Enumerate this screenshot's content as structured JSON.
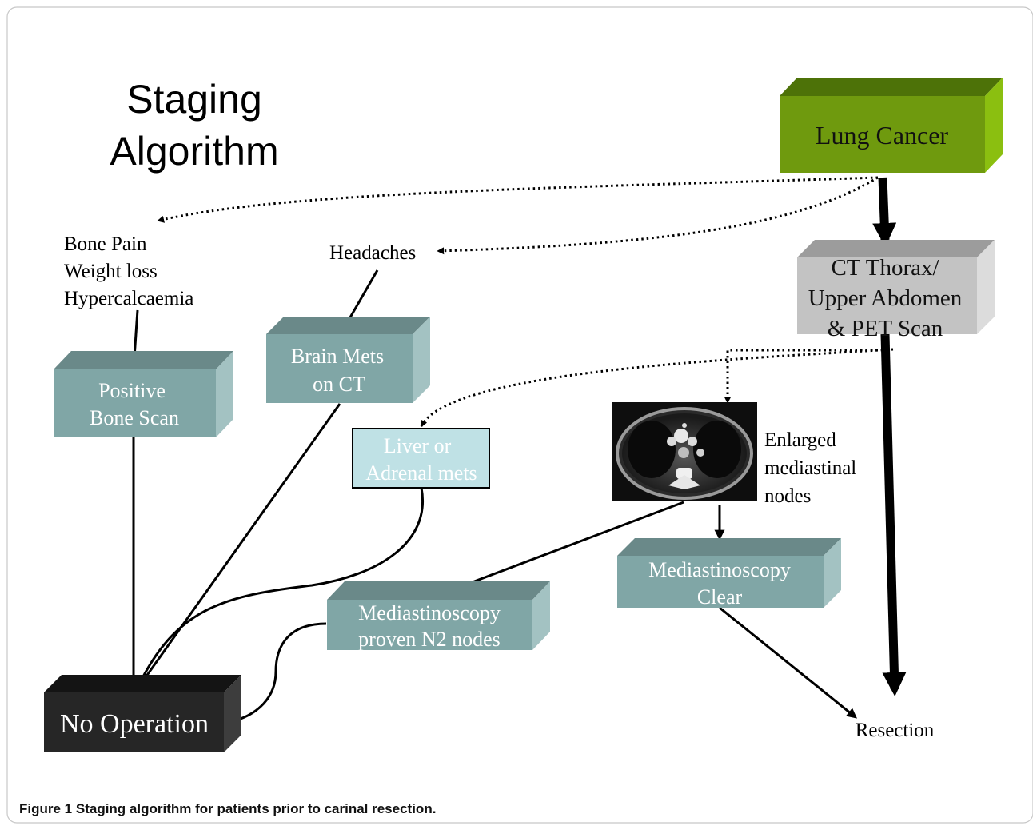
{
  "title": {
    "line1": "Staging",
    "line2": "Algorithm"
  },
  "nodes": {
    "lung_cancer": "Lung Cancer",
    "ct_scan": [
      "CT Thorax/",
      "Upper Abdomen",
      "& PET  Scan"
    ],
    "symptoms": [
      "Bone Pain",
      "Weight loss",
      "Hypercalcaemia"
    ],
    "headaches": "Headaches",
    "bone_scan": [
      "Positive",
      "Bone Scan"
    ],
    "brain_mets": [
      "Brain Mets",
      "on CT"
    ],
    "liver_mets": [
      "Liver or",
      "Adrenal mets"
    ],
    "enlarged_nodes": [
      "Enlarged",
      "mediastinal",
      "nodes"
    ],
    "medi_clear": [
      "Mediastinoscopy",
      "Clear"
    ],
    "medi_n2": [
      "Mediastinoscopy",
      "proven N2 nodes"
    ],
    "no_operation": "No Operation",
    "resection": "Resection"
  },
  "colors": {
    "green_front": "#6f9a0e",
    "green_top": "#4d7208",
    "green_side": "#8bbf10",
    "grey_front": "#c3c3c3",
    "grey_top": "#9c9c9c",
    "grey_side": "#dcdcdc",
    "teal_front": "#80a6a6",
    "teal_top": "#6a8989",
    "teal_side": "#a3c2c2",
    "liver_fill": "#bfe1e5",
    "dark_front": "#262626",
    "dark_top": "#141414",
    "dark_side": "#3d3d3d"
  },
  "caption": {
    "label": "Figure 1",
    "text": "Staging algorithm for patients prior to carinal resection."
  }
}
